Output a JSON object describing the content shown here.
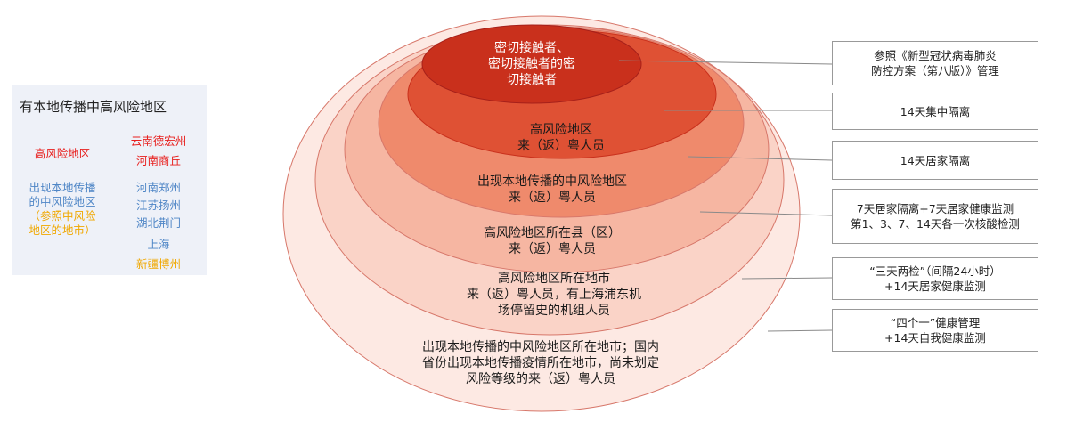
{
  "legend": {
    "title": "有本地传播中高风险地区",
    "high_label": "高风险地区",
    "high_places": [
      "云南德宏州",
      "河南商丘"
    ],
    "medium_label": [
      "出现本地传播",
      "的中风险地区"
    ],
    "medium_note": [
      "（参照中风险",
      "地区的地市）"
    ],
    "medium_places": [
      "河南郑州",
      "江苏扬州",
      "湖北荆门",
      "上海"
    ],
    "note_place": "新疆博州"
  },
  "rings": [
    {
      "lines": [
        "密切接触者、",
        "密切接触者的密",
        "切接触者"
      ]
    },
    {
      "lines": [
        "高风险地区",
        "来（返）粤人员"
      ]
    },
    {
      "lines": [
        "出现本地传播的中风险地区",
        "来（返）粤人员"
      ]
    },
    {
      "lines": [
        "高风险地区所在县（区）",
        "来（返）粤人员"
      ]
    },
    {
      "lines": [
        "高风险地区所在地市",
        "来（返）粤人员，有上海浦东机",
        "场停留史的机组人员"
      ]
    },
    {
      "lines": [
        "出现本地传播的中风险地区所在地市；国内",
        "省份出现本地传播疫情所在地市，尚未划定",
        "风险等级的来（返）粤人员"
      ]
    }
  ],
  "measures": [
    {
      "lines": [
        "参照《新型冠状病毒肺炎",
        "防控方案（第八版）》管理"
      ]
    },
    {
      "lines": [
        "14天集中隔离"
      ]
    },
    {
      "lines": [
        "14天居家隔离"
      ]
    },
    {
      "lines": [
        "7天居家隔离+7天居家健康监测",
        "第1、3、7、14天各一次核酸检测"
      ]
    },
    {
      "lines": [
        "“三天两检”（间隔24小时）",
        "+14天居家健康监测"
      ]
    },
    {
      "lines": [
        "“四个一”健康管理",
        "+14天自我健康监测"
      ]
    }
  ],
  "colors": {
    "high": "#e8201e",
    "medium": "#4f86c6",
    "note": "#f0a800",
    "ring_fills": [
      "#c9301c",
      "#df5134",
      "#ef8a6c",
      "#f6b6a2",
      "#fad3c7",
      "#fde9e3"
    ],
    "panel": "#eef1f8"
  }
}
